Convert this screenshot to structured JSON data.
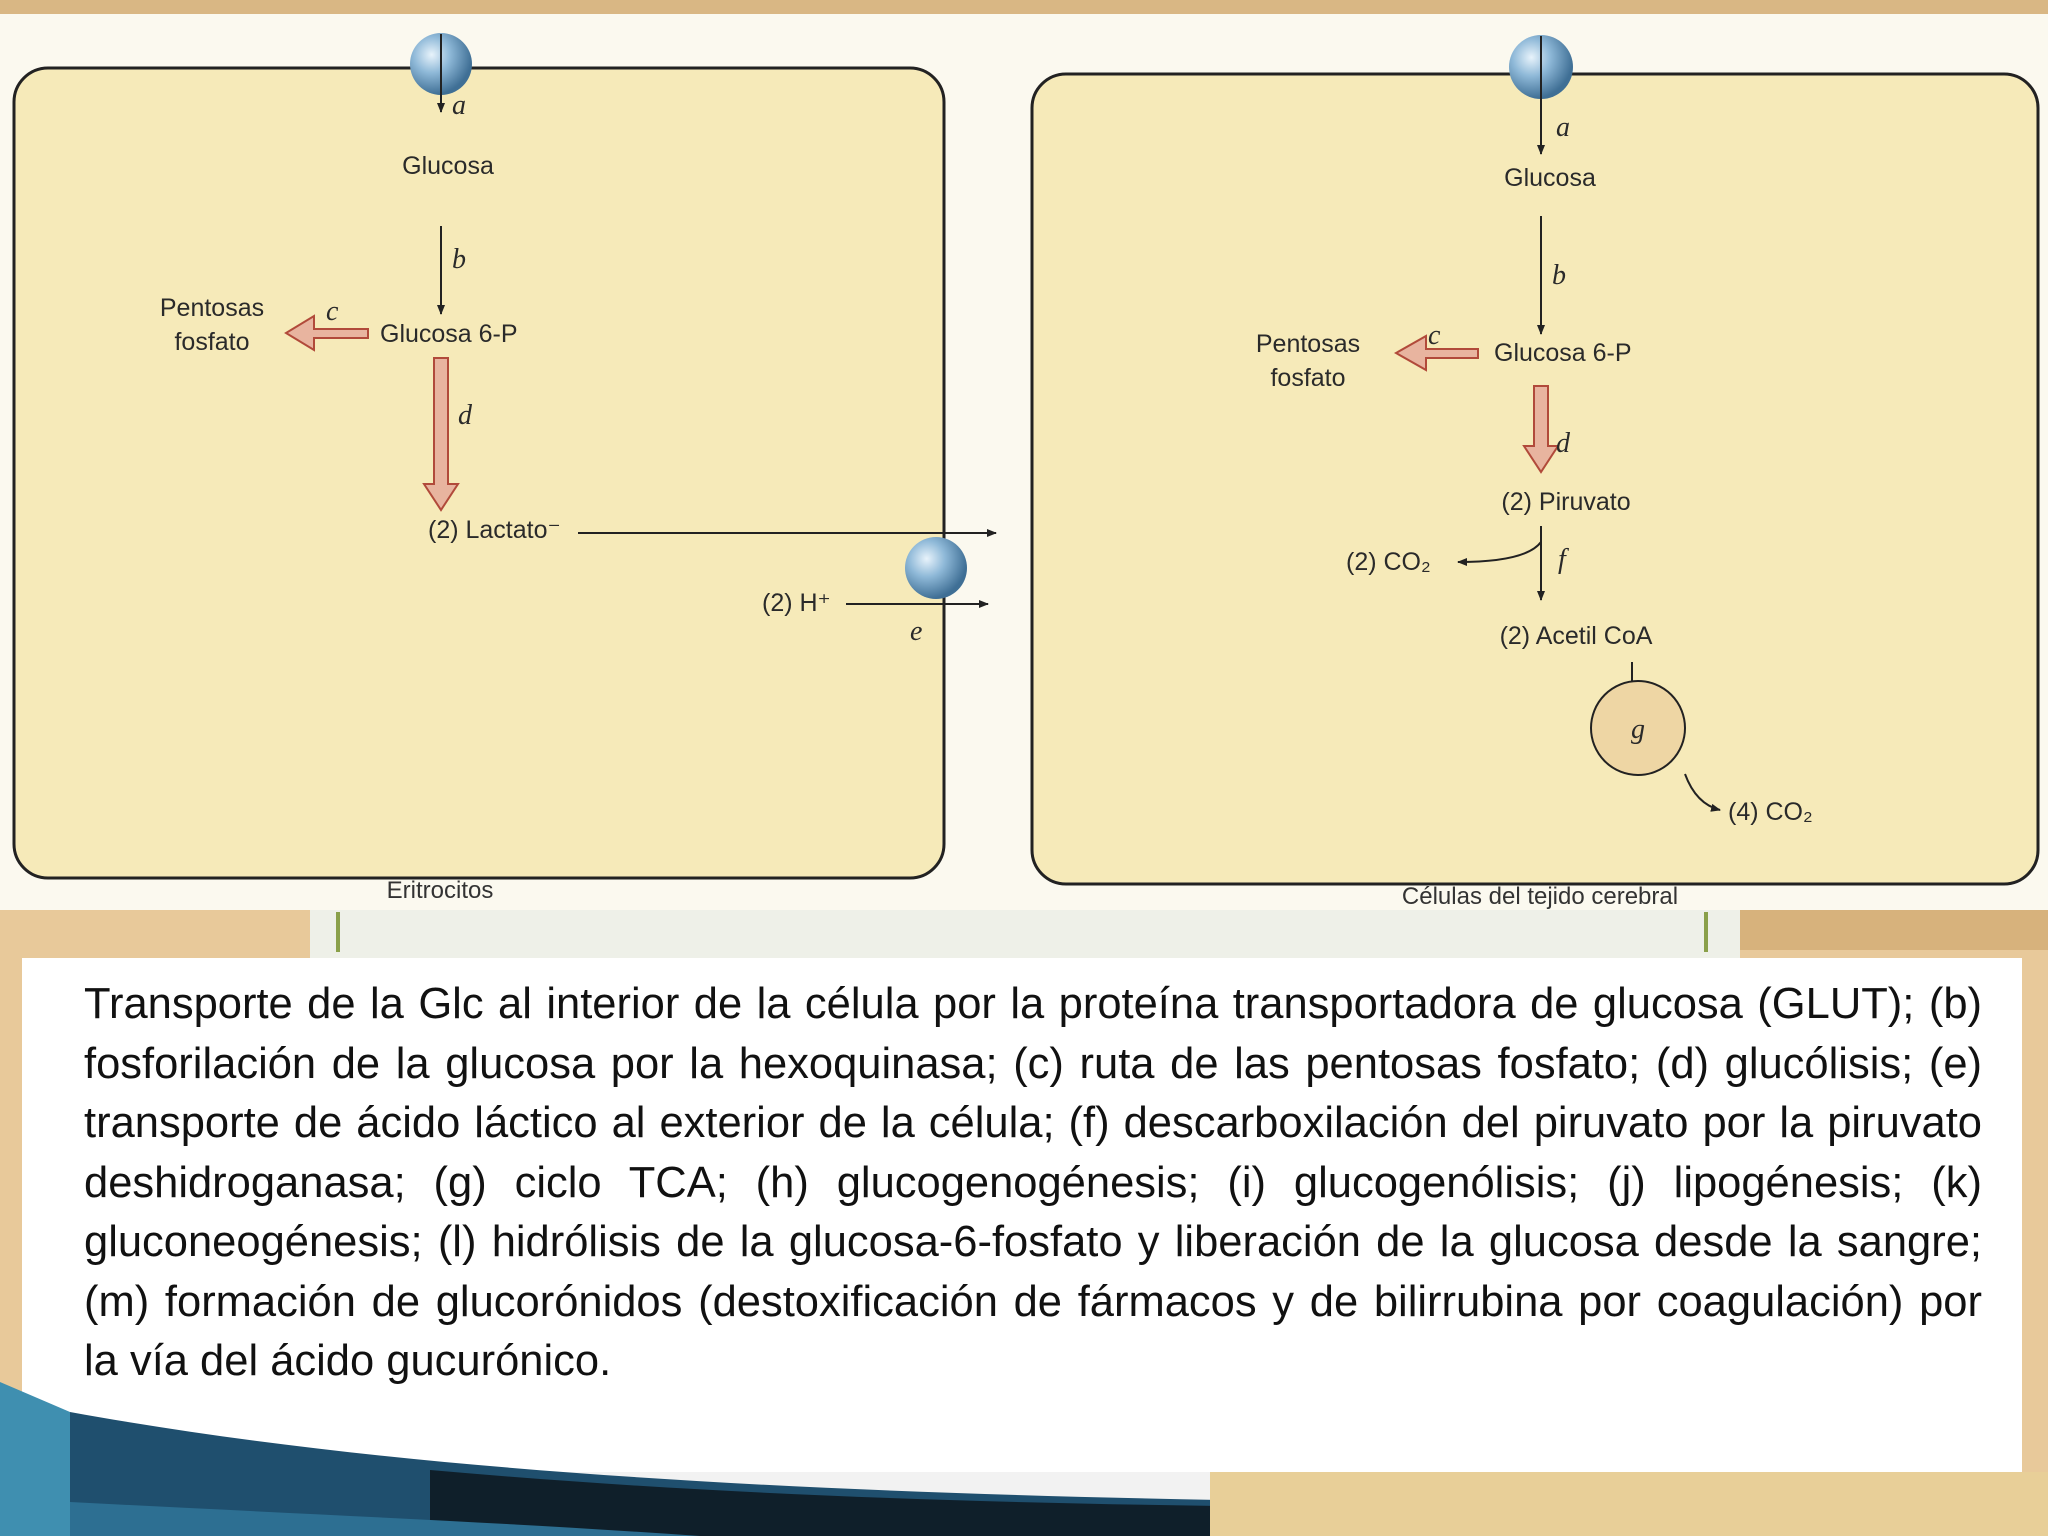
{
  "diagram": {
    "left_cell": {
      "caption": "Eritrocitos",
      "labels": {
        "a": "a",
        "glucosa": "Glucosa",
        "b": "b",
        "pentosas": "Pentosas",
        "fosfato": "fosfato",
        "c": "c",
        "glucosa6p": "Glucosa 6-P",
        "d": "d",
        "lactato": "(2) Lactato⁻",
        "hplus": "(2) H⁺",
        "e": "e"
      }
    },
    "right_cell": {
      "caption": "Células del tejido cerebral",
      "labels": {
        "a": "a",
        "glucosa": "Glucosa",
        "b": "b",
        "pentosas": "Pentosas",
        "fosfato": "fosfato",
        "c": "c",
        "glucosa6p": "Glucosa 6-P",
        "d": "d",
        "piruvato": "(2) Piruvato",
        "co2_2": "(2) CO₂",
        "f": "f",
        "acetilcoa": "(2) Acetil CoA",
        "g": "g",
        "co2_4": "(4) CO₂"
      }
    },
    "colors": {
      "cell_fill": "#f6eab9",
      "outline": "#222222",
      "arrow_fill": "#e8b49f",
      "arrow_stroke": "#b14a3a",
      "transporter": "#6b9fc4"
    }
  },
  "caption": {
    "text": "Transporte de la Glc al interior de la célula por la proteína transportadora de glucosa (GLUT); (b) fosforilación de la glucosa por la hexoquinasa; (c) ruta de las pentosas fosfato; (d) glucólisis; (e) transporte de ácido láctico al exterior de la célula; (f) descarboxilación del piruvato por la piruvato deshidroganasa; (g) ciclo TCA; (h) glucogenogénesis; (i) glucogenólisis; (j) lipogénesis; (k) gluconeogénesis; (l) hidrólisis de la glucosa-6-fosfato y liberación de la glucosa desde la sangre; (m) formación de glucorónidos (destoxificación de fármacos y de bilirrubina por coagulación) por la vía del ácido gucurónico."
  }
}
